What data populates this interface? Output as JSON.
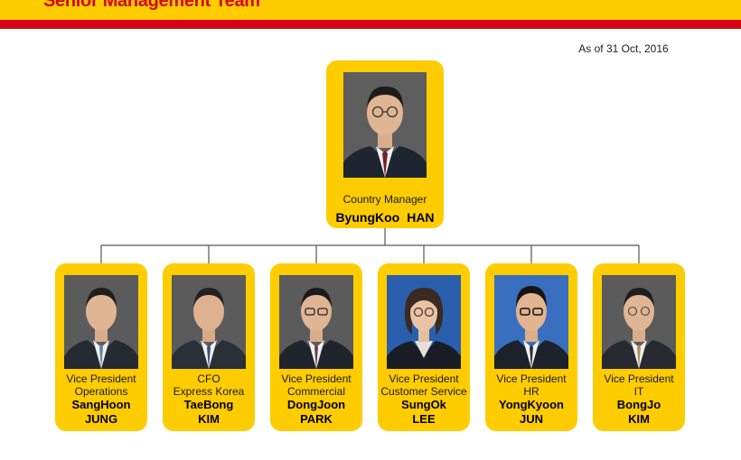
{
  "header": {
    "title": "Senior Management Team"
  },
  "as_of": "As of 31 Oct, 2016",
  "colors": {
    "accent_yellow": "#FFCC00",
    "brand_red": "#D40511",
    "connector": "#555555"
  },
  "country_manager": {
    "role": "Country Manager",
    "first_name": "ByungKoo",
    "last_name": "HAN",
    "photo_background": "grey"
  },
  "vice_presidents": [
    {
      "role_line1": "Vice President",
      "role_line2": "Operations",
      "first_name": "SangHoon",
      "last_name": "JUNG",
      "photo_background": "grey"
    },
    {
      "role_line1": "CFO",
      "role_line2": "Express Korea",
      "first_name": "TaeBong",
      "last_name": "KIM",
      "photo_background": "grey"
    },
    {
      "role_line1": "Vice President",
      "role_line2": "Commercial",
      "first_name": "DongJoon",
      "last_name": "PARK",
      "photo_background": "grey"
    },
    {
      "role_line1": "Vice President",
      "role_line2": "Customer Service",
      "first_name": "SungOk",
      "last_name": "LEE",
      "photo_background": "blue"
    },
    {
      "role_line1": "Vice President",
      "role_line2": "HR",
      "first_name": "YongKyoon",
      "last_name": "JUN",
      "photo_background": "blue"
    },
    {
      "role_line1": "Vice President",
      "role_line2": "IT",
      "first_name": "BongJo",
      "last_name": "KIM",
      "photo_background": "grey"
    }
  ]
}
